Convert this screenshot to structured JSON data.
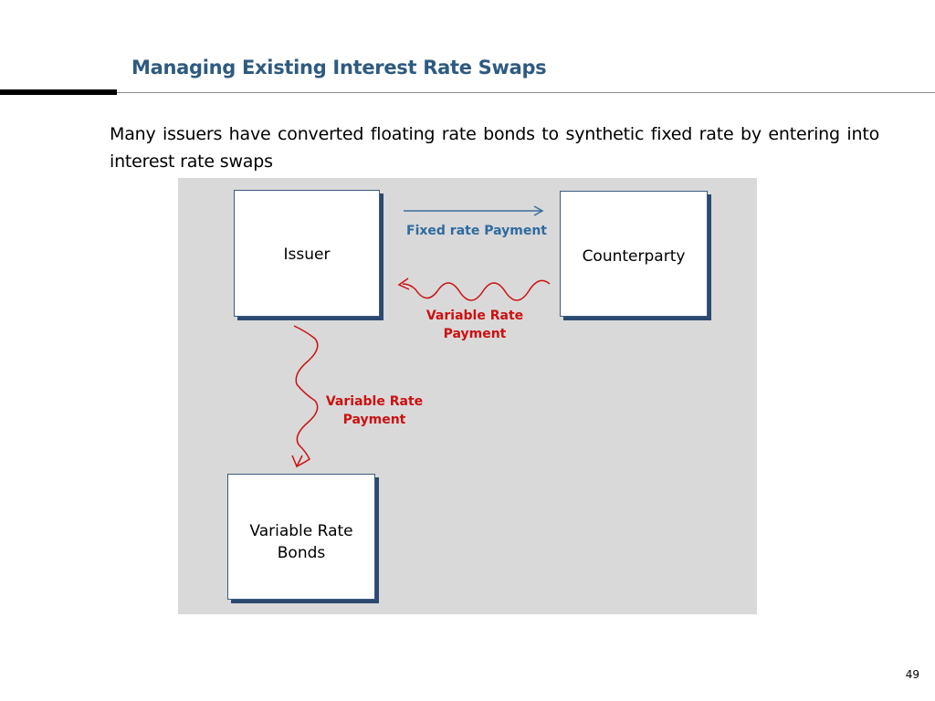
{
  "slide": {
    "title": "Managing Existing Interest Rate Swaps",
    "body": "Many issuers have converted floating rate bonds to synthetic fixed rate by entering into interest rate swaps",
    "page_number": "49"
  },
  "diagram": {
    "nodes": {
      "issuer": "Issuer",
      "counterparty": "Counterparty",
      "bonds_line1": "Variable Rate",
      "bonds_line2": "Bonds"
    },
    "edges": {
      "fixed_payment": "Fixed rate Payment",
      "variable_payment_swap_line1": "Variable Rate",
      "variable_payment_swap_line2": "Payment",
      "variable_payment_bonds_line1": "Variable Rate",
      "variable_payment_bonds_line2": "Payment"
    },
    "colors": {
      "box_border": "#3a5b82",
      "fixed_arrow": "#2e6aa0",
      "variable_arrow": "#cc1010",
      "background": "#d9d9d9"
    }
  }
}
